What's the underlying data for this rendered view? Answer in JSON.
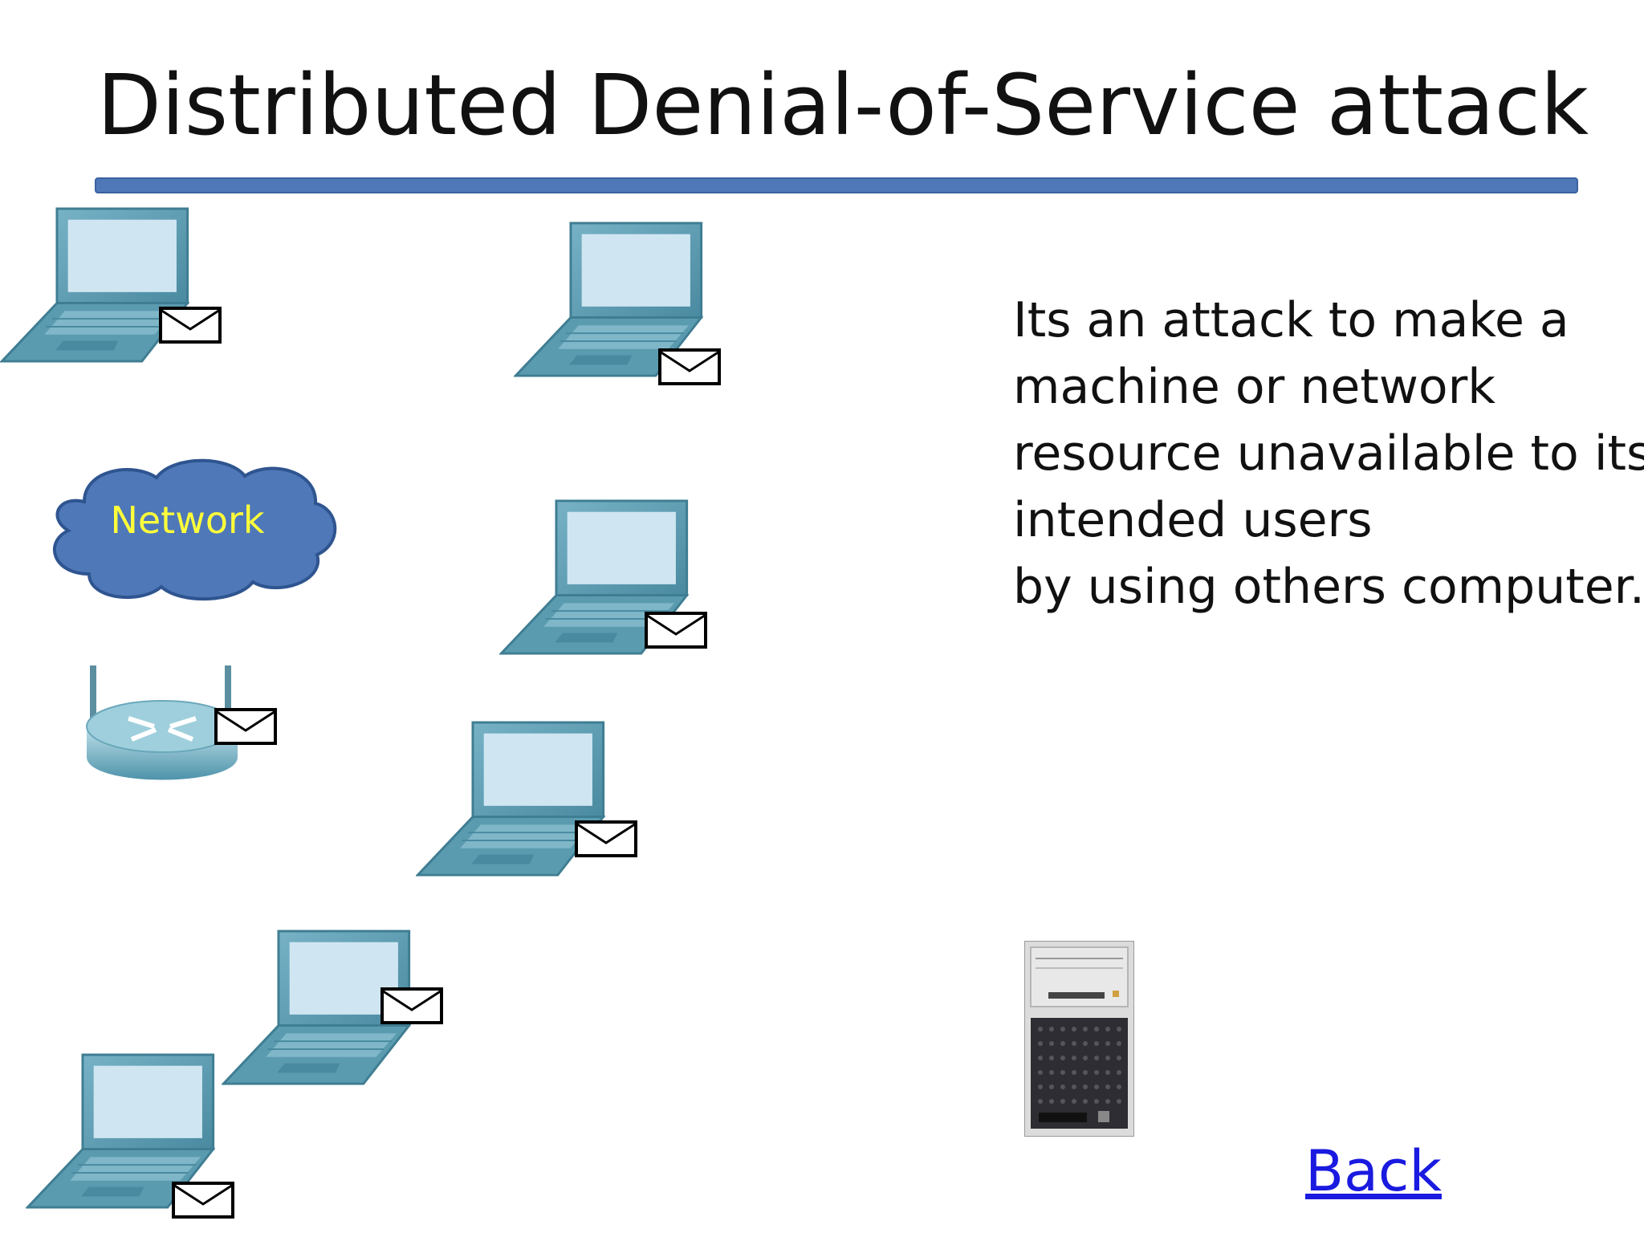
{
  "slide": {
    "title": "Distributed Denial-of-Service attack",
    "description_lines": [
      "Its an attack to make a",
      "machine or network",
      "resource unavailable to its",
      "intended users",
      "by using others computer."
    ],
    "network_label": "Network",
    "back_label": "Back"
  },
  "colors": {
    "title_rule": "#4f78b8",
    "cloud_fill": "#4f78b8",
    "cloud_text": "#ffff3a",
    "laptop_body": "#5b9bb0",
    "laptop_screen": "#cfe6f2",
    "link": "#1a1ae0"
  },
  "icons": [
    "laptop-icon",
    "envelope-icon",
    "router-icon",
    "server-icon",
    "cloud-icon"
  ]
}
